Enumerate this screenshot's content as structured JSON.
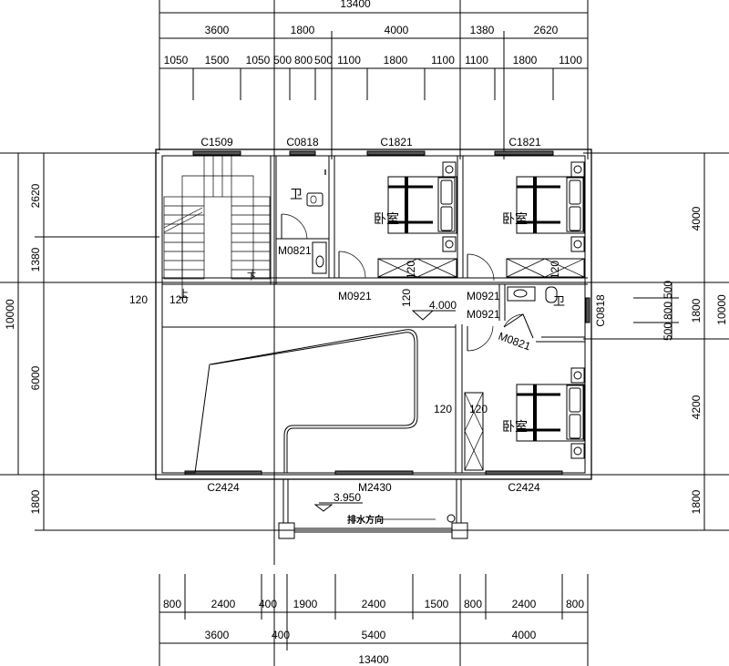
{
  "dimensions": {
    "top": {
      "total": "13400",
      "axes": [
        "3600",
        "1800",
        "4000",
        "1380",
        "2620"
      ],
      "openings": [
        "1050",
        "1500",
        "1050",
        "500",
        "800",
        "500",
        "1100",
        "1800",
        "1100",
        "1100",
        "1800",
        "1100"
      ]
    },
    "bottom": {
      "openings": [
        "800",
        "2400",
        "400",
        "1900",
        "2400",
        "1500",
        "800",
        "2400",
        "800"
      ],
      "axes": [
        "3600",
        "400",
        "5400",
        "4000"
      ],
      "total": "13400"
    },
    "left": {
      "segments": [
        "2620",
        "1380",
        "6000",
        "1800"
      ],
      "total": "10000"
    },
    "right": {
      "segments": [
        "4000",
        "1800",
        "4200",
        "1800"
      ],
      "detail": [
        "500",
        "800",
        "500"
      ],
      "total": "10000"
    },
    "wall_thickness": [
      "120",
      "120",
      "120",
      "120",
      "120",
      "120",
      "120",
      "120"
    ]
  },
  "windows": [
    "C1509",
    "C0818",
    "C1821",
    "C1821",
    "C0818",
    "C2424",
    "C2424"
  ],
  "doors": [
    "M0821",
    "M0921",
    "M0921",
    "M0921",
    "M0821",
    "M2430"
  ],
  "rooms": {
    "bathroom1": "卫",
    "bathroom2": "卫",
    "bedroom1": "卧室",
    "bedroom2": "卧室",
    "bedroom3": "卧室"
  },
  "stairs": {
    "up": "上",
    "down": "下"
  },
  "elevations": {
    "floor": "4.000",
    "balcony": "3.950"
  },
  "drainage": "排水方向"
}
